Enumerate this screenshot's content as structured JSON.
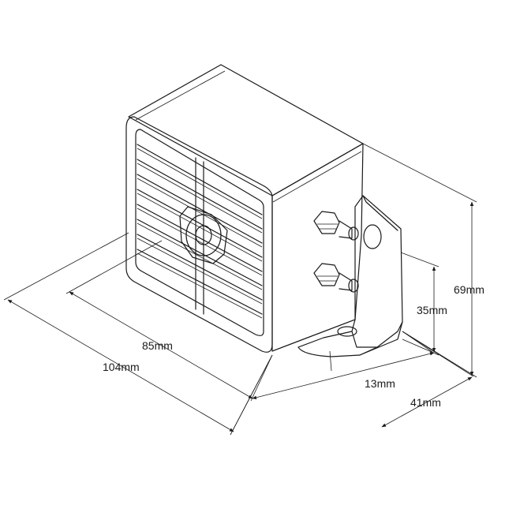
{
  "dimensions": {
    "overall_length": "104mm",
    "body_length": "85mm",
    "bracket_offset": "13mm",
    "depth": "41mm",
    "mount_height": "35mm",
    "overall_height": "69mm"
  }
}
